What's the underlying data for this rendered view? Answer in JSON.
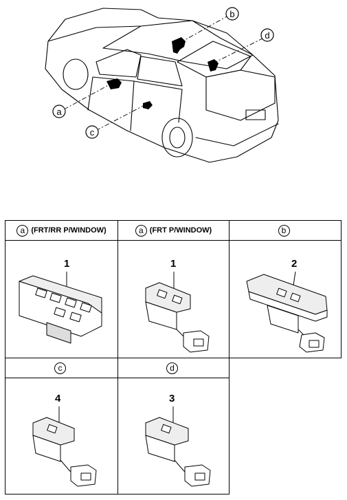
{
  "callouts": {
    "a": "a",
    "b": "b",
    "c": "c",
    "d": "d"
  },
  "table": {
    "cells": [
      {
        "letter": "a",
        "title": "(FRT/RR P/WINDOW)",
        "part": "1"
      },
      {
        "letter": "a",
        "title": "(FRT P/WINDOW)",
        "part": "1"
      },
      {
        "letter": "b",
        "title": "",
        "part": "2"
      },
      {
        "letter": "c",
        "title": "",
        "part": "4"
      },
      {
        "letter": "d",
        "title": "",
        "part": "3"
      }
    ]
  }
}
